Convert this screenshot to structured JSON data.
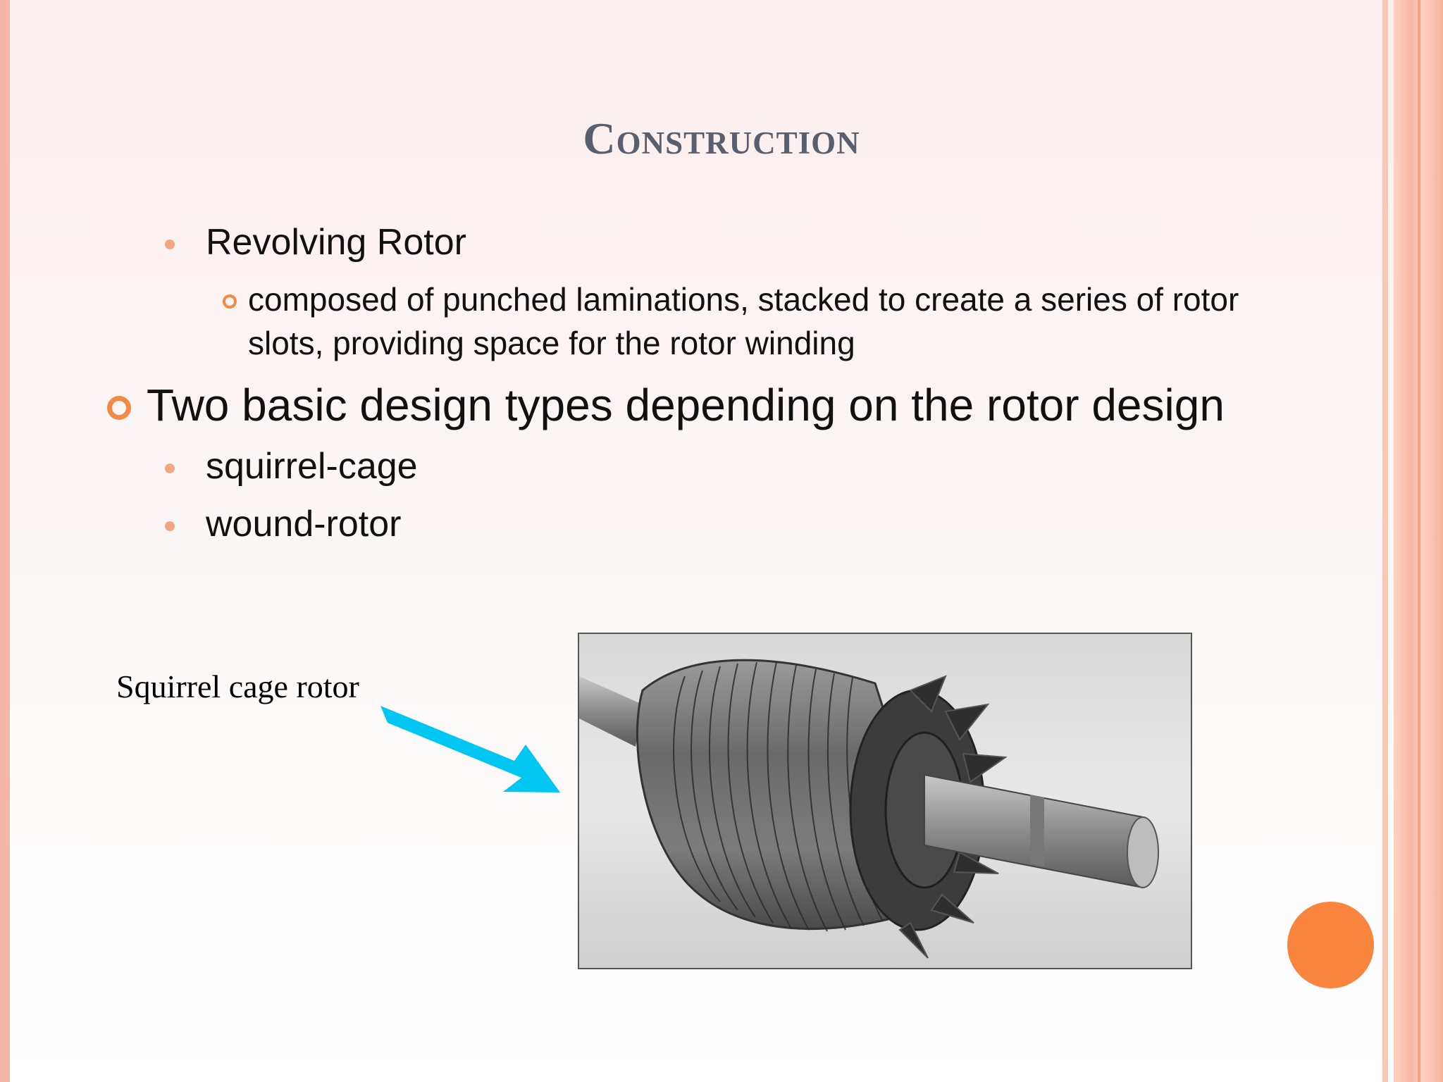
{
  "slide": {
    "title": "Construction",
    "bullets": [
      {
        "text": "Revolving Rotor"
      },
      {
        "text": "composed of punched laminations, stacked to create a series of rotor"
      },
      {
        "text": "slots, providing space for the rotor winding"
      },
      {
        "text": "Two basic design types depending on the rotor design"
      },
      {
        "text": "squirrel-cage"
      },
      {
        "text": "wound-rotor"
      }
    ],
    "image_caption": "Squirrel cage rotor"
  },
  "colors": {
    "title": "#5a5f6e",
    "bullet_dot": "#f4a582",
    "bullet_ring": "#f28a45",
    "arrow": "#00c6f2",
    "accent_circle": "#f9843e",
    "border": "#f6b6a6"
  },
  "icons": {
    "arrow": "arrow-right-down-icon",
    "accent": "orange-circle-decoration"
  }
}
